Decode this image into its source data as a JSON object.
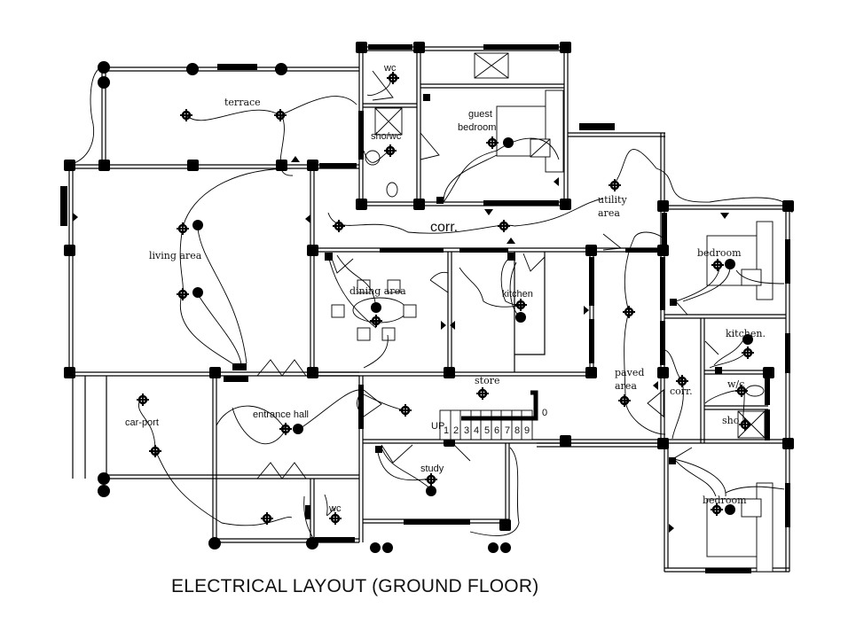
{
  "drawing": {
    "title": "ELECTRICAL LAYOUT (GROUND FLOOR)",
    "colors": {
      "ink": "#000000",
      "background": "#ffffff"
    },
    "rooms": [
      {
        "id": "terrace",
        "label": "terrace"
      },
      {
        "id": "wc-upper",
        "label": "wc"
      },
      {
        "id": "shower-wc",
        "label": "sho/wc"
      },
      {
        "id": "guest-bedroom",
        "label": "guest bedroom",
        "lines": [
          "guest",
          "bedroom"
        ]
      },
      {
        "id": "living-area",
        "label": "living area"
      },
      {
        "id": "corr-main",
        "label": "corr."
      },
      {
        "id": "utility-area",
        "label": "utility area",
        "lines": [
          "utility",
          "area"
        ]
      },
      {
        "id": "dining-area",
        "label": "dining area"
      },
      {
        "id": "kitchen",
        "label": "kitchen"
      },
      {
        "id": "bedroom-east",
        "label": "bedroom"
      },
      {
        "id": "kitchen-annex",
        "label": "kitchen."
      },
      {
        "id": "paved-area",
        "label": "paved area",
        "lines": [
          "paved",
          "area"
        ]
      },
      {
        "id": "corr-east",
        "label": "corr."
      },
      {
        "id": "wc-east",
        "label": "w/c"
      },
      {
        "id": "shower-east",
        "label": "sho"
      },
      {
        "id": "store",
        "label": "store"
      },
      {
        "id": "car-port",
        "label": "car-port"
      },
      {
        "id": "entrance-hall",
        "label": "entrance hall"
      },
      {
        "id": "study",
        "label": "study"
      },
      {
        "id": "wc-lower",
        "label": "wc"
      },
      {
        "id": "bedroom-southeast",
        "label": "bedroom"
      }
    ],
    "stairs": {
      "up_label": "UP",
      "steps": [
        "1",
        "2",
        "3",
        "4",
        "5",
        "6",
        "7",
        "8",
        "9"
      ],
      "landing_label": "0"
    },
    "symbols": {
      "light_point": "light-point-icon",
      "ceiling_fan": "ceiling-fan-icon",
      "switch": "switch-icon",
      "socket": "socket-outlet-icon",
      "distribution_board": "distribution-board-icon"
    }
  }
}
